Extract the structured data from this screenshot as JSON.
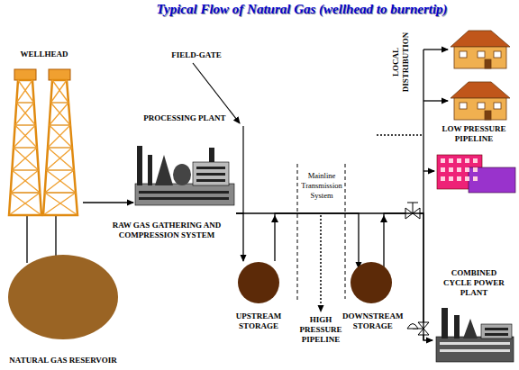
{
  "diagram": {
    "title": "Typical Flow of Natural Gas (wellhead to burnertip)",
    "nodes": [
      {
        "text": [
          "WELLHEAD"
        ]
      },
      {
        "text": [
          "NATURAL GAS RESERVOIR"
        ]
      },
      {
        "text": [
          "PROCESSING PLANT"
        ]
      },
      {
        "text": [
          "UPSTREAM STORAGE"
        ]
      },
      {
        "text": [
          "DOWNSTREAM STORAGE"
        ]
      },
      {
        "text": [
          "COMBINED CYCLE POWER PLANT"
        ]
      }
    ],
    "edges": [
      {
        "from": 0,
        "to": 1,
        "arrow": "none"
      },
      {
        "from": 0,
        "to": 2,
        "arrow": "to"
      },
      {
        "from": 2,
        "to": 3,
        "arrow": "to"
      },
      {
        "from": 3,
        "to": 4,
        "arrow": "to"
      },
      {
        "from": 4,
        "to": 5,
        "arrow": "to"
      }
    ],
    "labels": [
      "FIELD-GATE",
      "RAW GAS GATHERING AND COMPRESSION SYSTEM",
      "Mainline Transmission System",
      "HIGH PRESSURE PIPELINE",
      "LOCAL DISTRIBUTION",
      "LOW PRESSURE PIPELINE"
    ]
  }
}
